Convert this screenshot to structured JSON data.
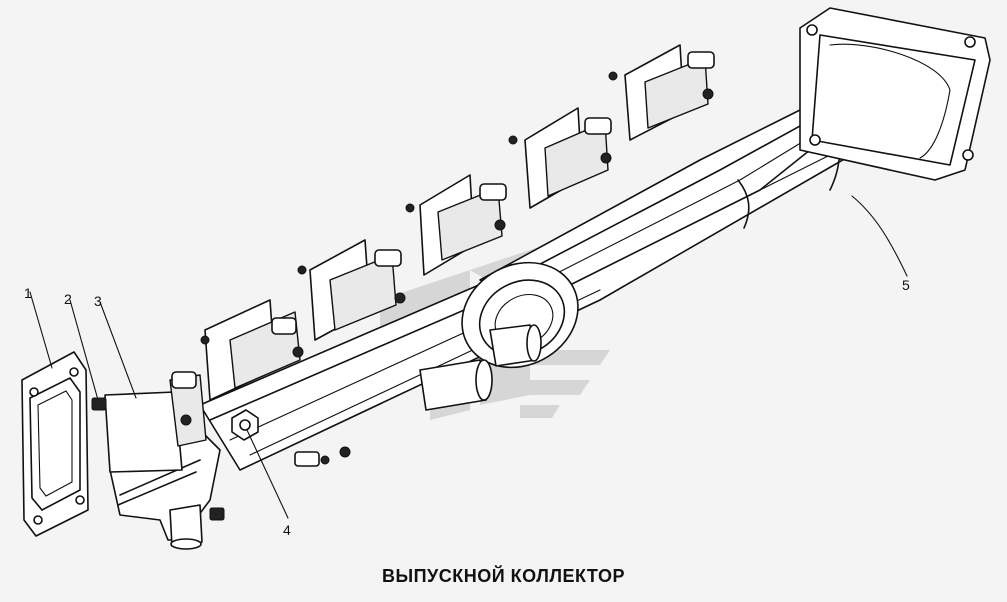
{
  "caption": "ВЫПУСКНОЙ КОЛЛЕКТОР",
  "callouts": [
    {
      "id": "1",
      "label": "1"
    },
    {
      "id": "2",
      "label": "2"
    },
    {
      "id": "3",
      "label": "3"
    },
    {
      "id": "4",
      "label": "4"
    },
    {
      "id": "5",
      "label": "5"
    }
  ],
  "watermark_icon": "stylized-logo-watermark-icon"
}
